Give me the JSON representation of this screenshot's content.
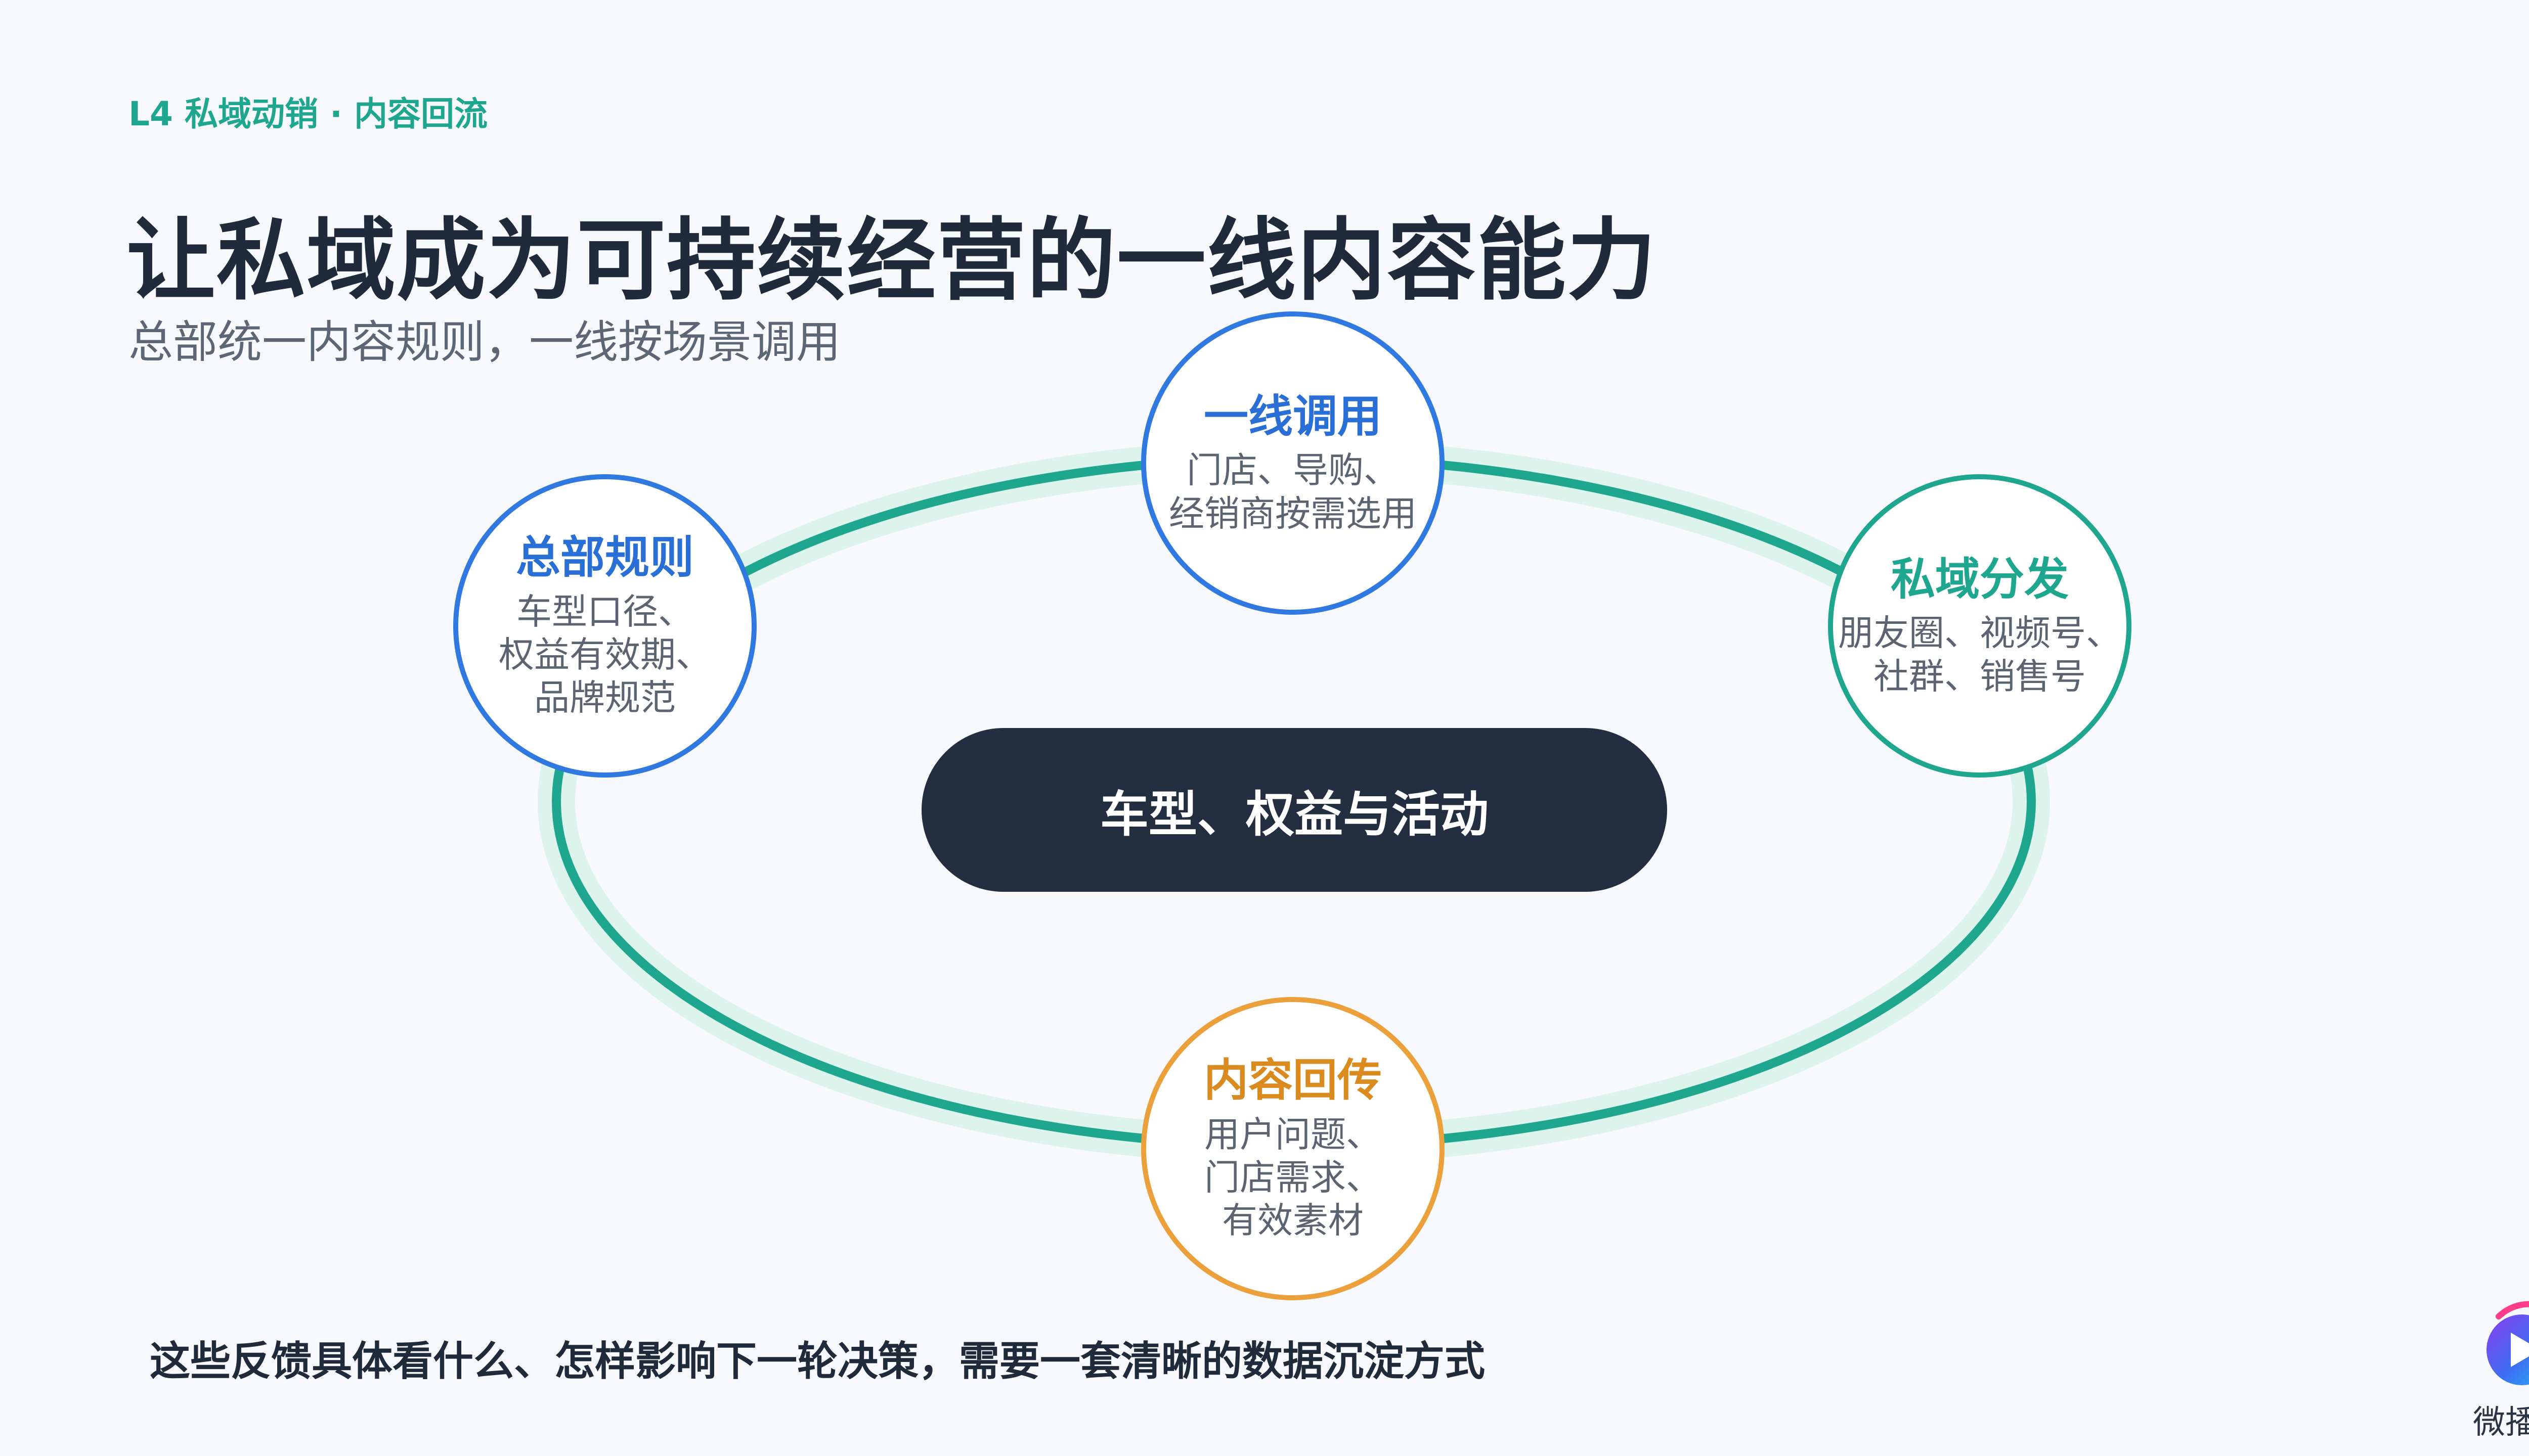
{
  "slide": {
    "eyebrow": "L4 私域动销 · 内容回流",
    "title": "让私域成为可持续经营的一线内容能力",
    "subtitle": "总部统一内容规则，一线按场景调用",
    "footer": "这些反馈具体看什么、怎样影响下一轮决策，需要一套清晰的数据沉淀方式"
  },
  "diagram": {
    "center": "车型、权益与活动",
    "nodes": {
      "top": {
        "title": "一线调用",
        "lines": [
          "门店、导购、",
          "经销商按需选用"
        ]
      },
      "left": {
        "title": "总部规则",
        "lines": [
          "车型口径、",
          "权益有效期、",
          "品牌规范"
        ]
      },
      "right": {
        "title": "私域分发",
        "lines": [
          "朋友圈、视频号、",
          "社群、销售号"
        ]
      },
      "bottom": {
        "title": "内容回传",
        "lines": [
          "用户问题、",
          "门店需求、",
          "有效素材"
        ]
      }
    }
  },
  "brand": {
    "name": "微播易"
  },
  "colors": {
    "teal": "#1fa68f",
    "blue": "#2f79e0",
    "orange": "#eba03c",
    "navy": "#232e40"
  }
}
